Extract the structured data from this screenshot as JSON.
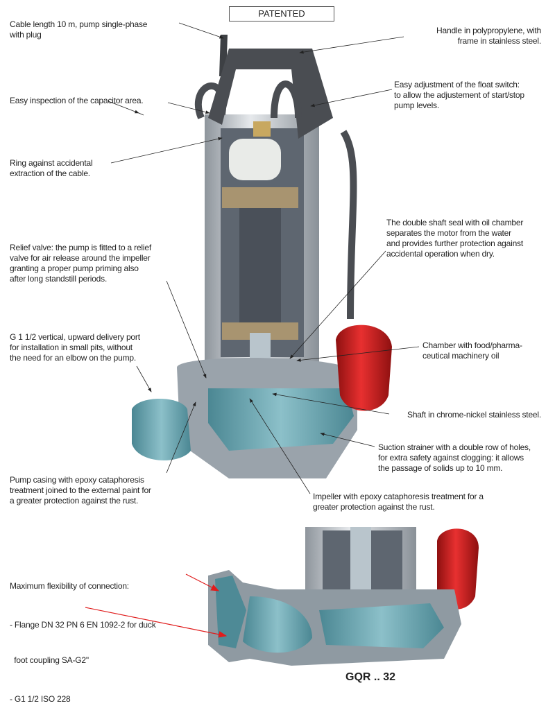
{
  "badge": "PATENTED",
  "model": "GQR .. 32",
  "colors": {
    "casing": "#5f9aa6",
    "float": "#d42a2a",
    "handle": "#4a4d52",
    "arrow_red": "#e01c1c"
  },
  "callouts": {
    "cable": [
      "Cable length 10 m, pump single-phase",
      "with plug"
    ],
    "handle": [
      "Handle in polypropylene, with",
      "frame in stainless steel."
    ],
    "capacitor": [
      "Easy inspection of the  capacitor area."
    ],
    "float": [
      "Easy adjustment of the float switch:",
      "to allow the adjustement of start/stop",
      "pump levels."
    ],
    "ring": [
      "Ring against accidental",
      "extraction of the cable."
    ],
    "seal": [
      "The double shaft seal with oil chamber",
      "separates the motor from the water",
      "and provides further protection against",
      "accidental operation when dry."
    ],
    "relief": [
      "Relief valve: the pump is fitted to a relief",
      "valve for air release around  the impeller",
      "granting a proper pump priming also",
      "after long standstill periods."
    ],
    "delivery": [
      "G 1 1/2 vertical, upward delivery port",
      "for installation in small pits, without",
      "the need for an elbow on the pump."
    ],
    "chamber": [
      "Chamber with food/pharma-",
      "ceutical machinery oil"
    ],
    "shaft": [
      "Shaft in chrome-nickel stainless steel."
    ],
    "strainer": [
      "Suction strainer with a double row of holes,",
      "for extra safety against clogging: it allows",
      "the passage of solids up to 10 mm."
    ],
    "casing": [
      "Pump casing with epoxy cataphoresis",
      "treatment joined to the external paint for",
      "a greater protection against the rust."
    ],
    "impeller": [
      "Impeller with epoxy cataphoresis treatment for a",
      "greater protection against the rust."
    ],
    "connection": [
      "Maximum flexibility of connection:",
      "- Flange DN 32 PN 6 EN 1092-2 for duck",
      "  foot coupling SA-G2\"",
      "- G1 1/2 ISO 228"
    ]
  }
}
